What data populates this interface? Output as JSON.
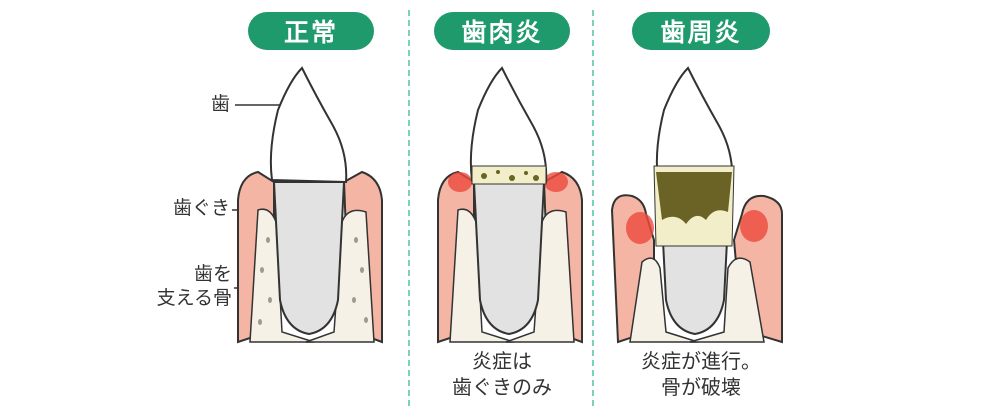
{
  "panels": [
    {
      "title": "正常",
      "caption": ""
    },
    {
      "title": "歯肉炎",
      "caption": "炎症は\n歯ぐきのみ"
    },
    {
      "title": "歯周炎",
      "caption": "炎症が進行。\n骨が破壊"
    }
  ],
  "labels": {
    "tooth": "歯",
    "gum": "歯ぐき",
    "bone": "歯を\n支える骨"
  },
  "colors": {
    "accent": "#1f9a6c",
    "gum": "#f4b5a4",
    "inflamed": "#ee4a3c",
    "bone": "#f5f1e6",
    "plaque": "#6b6326",
    "tartar": "#f1eec9",
    "root": "#e2e2e2",
    "divider": "#7fcfbd"
  }
}
